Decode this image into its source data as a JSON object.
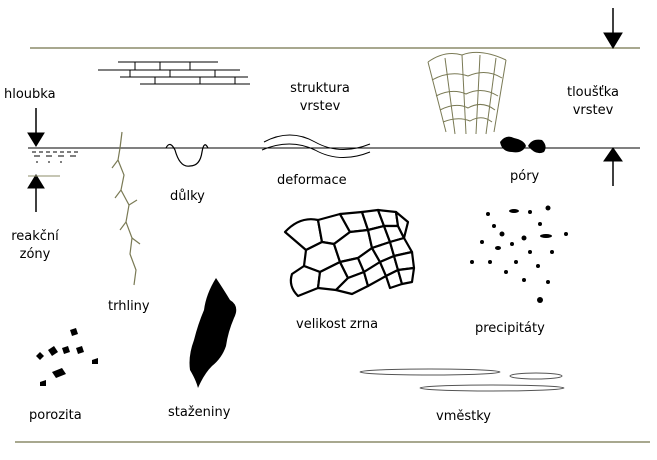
{
  "labels": {
    "hloubka": "hloubka",
    "struktura_line1": "struktura",
    "struktura_line2": "vrstev",
    "tloustka_line1": "tloušťka",
    "tloustka_line2": "vrstev",
    "dulky": "důlky",
    "deformace": "deformace",
    "pory": "póry",
    "reakcni_line1": "reakční",
    "reakcni_line2": "zóny",
    "trhliny": "trhliny",
    "velikost_zrna": "velikost zrna",
    "precipitaty": "precipitáty",
    "porozita": "porozita",
    "stazeniny": "staženiny",
    "vmestky": "vměstky"
  },
  "colors": {
    "surface_line": "#8c8c6a",
    "ink": "#000000",
    "crack": "#7a7a55",
    "inclusion": "#a8a890"
  }
}
